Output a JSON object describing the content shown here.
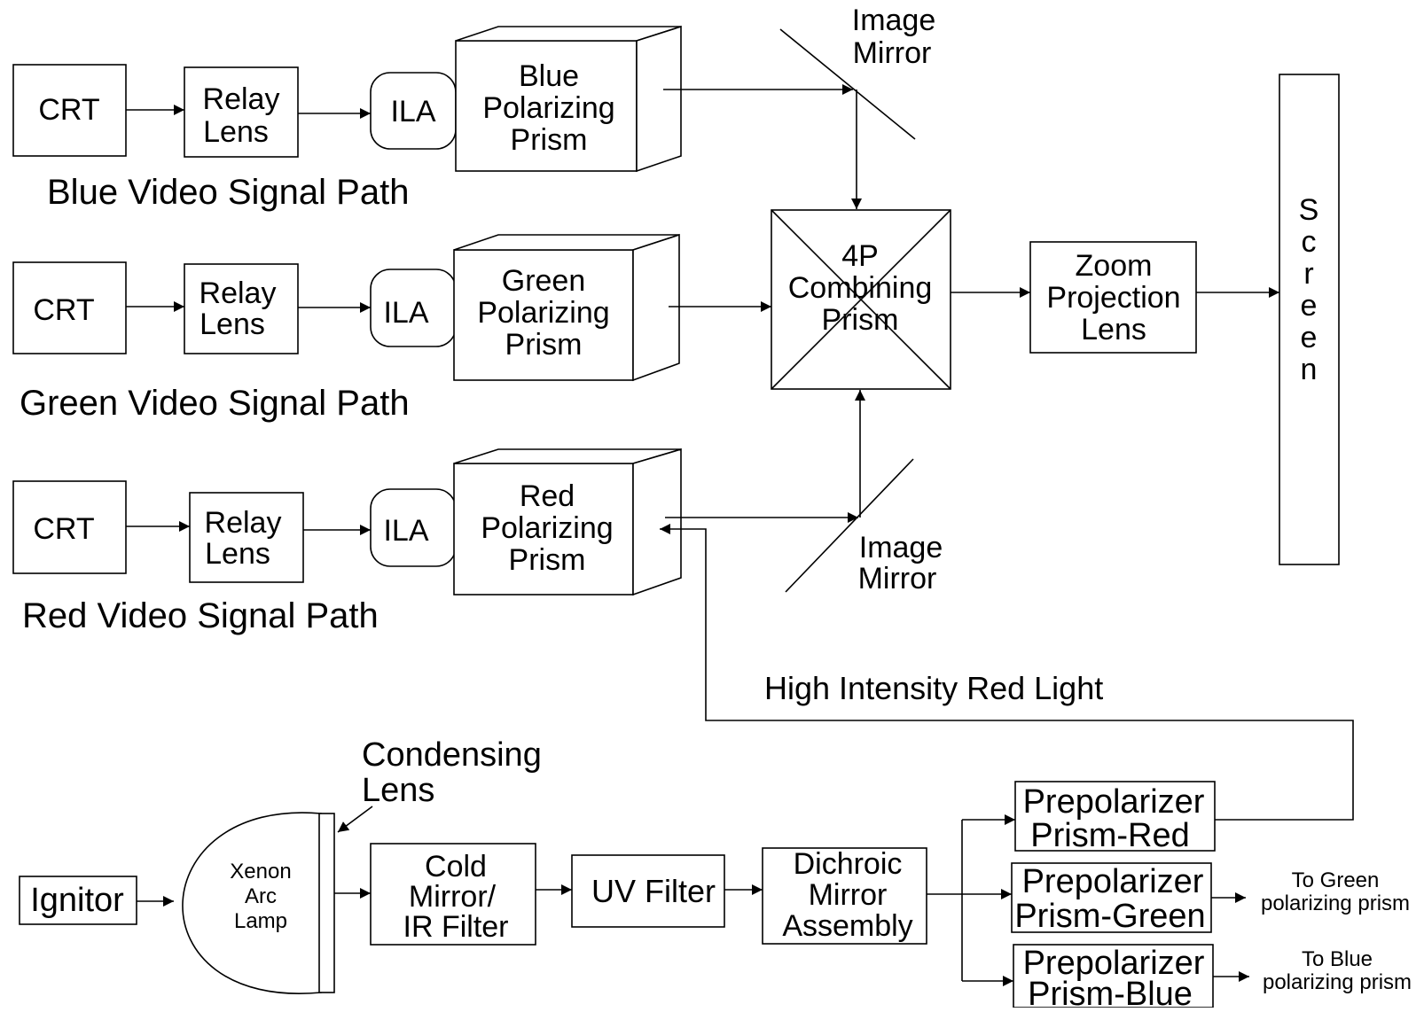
{
  "colors": {
    "ink": "#000000",
    "background": "#ffffff"
  },
  "paths": {
    "blue": {
      "crt": "CRT",
      "relay": [
        "Relay",
        "Lens"
      ],
      "ila": "ILA",
      "prism": [
        "Blue",
        "Polarizing",
        "Prism"
      ],
      "caption": "Blue Video Signal Path"
    },
    "green": {
      "crt": "CRT",
      "relay": [
        "Relay",
        "Lens"
      ],
      "ila": "ILA",
      "prism": [
        "Green",
        "Polarizing",
        "Prism"
      ],
      "caption": "Green Video Signal Path"
    },
    "red": {
      "crt": "CRT",
      "relay": [
        "Relay",
        "Lens"
      ],
      "ila": "ILA",
      "prism": [
        "Red",
        "Polarizing",
        "Prism"
      ],
      "caption": "Red Video Signal Path"
    }
  },
  "mirror_top": [
    "Image",
    "Mirror"
  ],
  "mirror_bottom": [
    "Image",
    "Mirror"
  ],
  "combining_prism": [
    "4P",
    "Combining",
    "Prism"
  ],
  "zoom_lens": [
    "Zoom",
    "Projection",
    "Lens"
  ],
  "screen": [
    "S",
    "c",
    "r",
    "e",
    "e",
    "n"
  ],
  "red_light_label": "High Intensity Red Light",
  "illumination": {
    "ignitor": "Ignitor",
    "lamp": [
      "Xenon",
      "Arc",
      "Lamp"
    ],
    "condensing_lens": [
      "Condensing",
      "Lens"
    ],
    "cold_mirror": [
      "Cold",
      "Mirror/",
      "IR Filter"
    ],
    "uv_filter": "UV Filter",
    "dichroic": [
      "Dichroic",
      "Mirror",
      "Assembly"
    ],
    "prepolarizer_red": [
      "Prepolarizer",
      "Prism-Red"
    ],
    "prepolarizer_green": [
      "Prepolarizer",
      "Prism-Green"
    ],
    "prepolarizer_blue": [
      "Prepolarizer",
      "Prism-Blue"
    ],
    "to_green": [
      "To Green",
      "polarizing prism"
    ],
    "to_blue": [
      "To Blue",
      "polarizing prism"
    ]
  }
}
